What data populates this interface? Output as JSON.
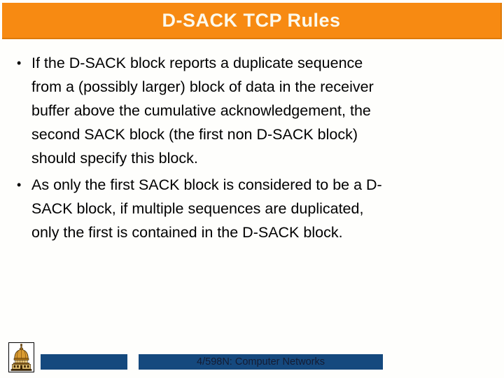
{
  "slide": {
    "title": "D-SACK TCP Rules",
    "bullets": [
      {
        "marker": "•",
        "lines": [
          "If the D-SACK block reports a duplicate sequence",
          "from a (possibly larger) block of data in the receiver",
          "buffer above the cumulative acknowledgement, the",
          "second SACK block (the first non D-SACK block)",
          "should specify this block."
        ]
      },
      {
        "marker": "•",
        "lines": [
          "As only the first SACK block is considered to be a D-",
          "SACK block, if multiple sequences are duplicated,",
          "only the first is contained in the D-SACK block."
        ]
      }
    ],
    "footer": {
      "course_label": "4/598N: Computer Networks"
    },
    "icons": {
      "logo": "golden-dome-icon"
    },
    "colors": {
      "header_orange": "#F78A12",
      "header_orange_shadow": "#DE7A0A",
      "title_text": "#FCF9EC",
      "body_text": "#000000",
      "footer_bar_blue": "#15497E",
      "footer_text": "#141C33",
      "logo_gold": "#D99B32",
      "logo_outline": "#3A2505"
    }
  }
}
